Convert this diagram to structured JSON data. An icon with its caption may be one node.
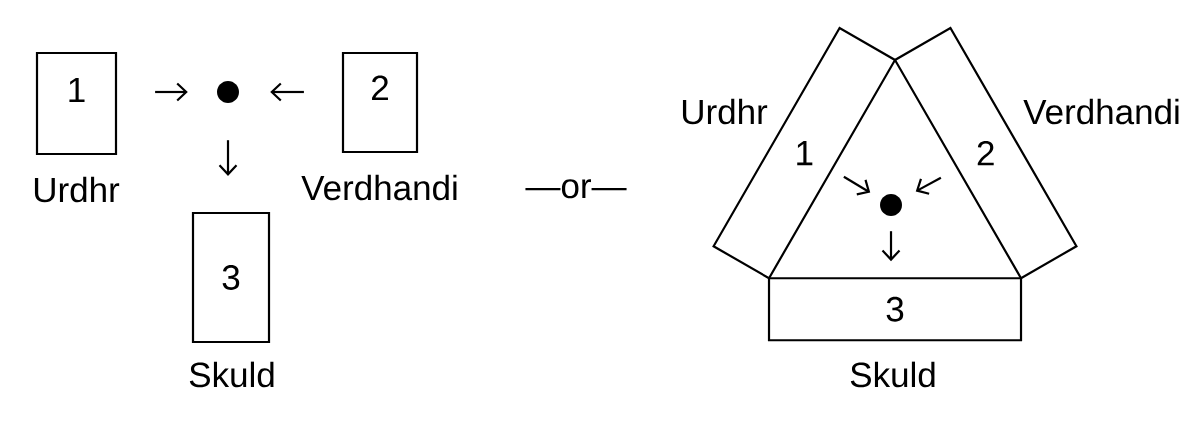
{
  "diagram": {
    "nodes": [
      {
        "text": [
          "1"
        ],
        "beside": [
          "Urdhr"
        ]
      },
      {
        "text": [],
        "shape": "circle"
      },
      {
        "text": [
          "2"
        ],
        "beside": [
          "Verdhandi"
        ]
      },
      {
        "text": [
          "3"
        ],
        "beside": [
          "Skuld"
        ]
      },
      {
        "text": [
          "1"
        ],
        "beside": [
          "Urdhr"
        ]
      },
      {
        "text": [
          "2"
        ],
        "beside": [
          "Verdhandi"
        ]
      },
      {
        "text": [],
        "shape": "circle"
      },
      {
        "text": [
          "3"
        ],
        "beside": [
          "Skuld"
        ]
      }
    ],
    "edges": [
      {
        "from": 0,
        "to": 1,
        "arrow": "to"
      },
      {
        "from": 2,
        "to": 1,
        "arrow": "to"
      },
      {
        "from": 1,
        "to": 3,
        "arrow": "to"
      },
      {
        "from": 4,
        "to": 6,
        "arrow": "to"
      },
      {
        "from": 5,
        "to": 6,
        "arrow": "to"
      },
      {
        "from": 6,
        "to": 7,
        "arrow": "to"
      }
    ],
    "labels": [
      "—or—"
    ]
  }
}
